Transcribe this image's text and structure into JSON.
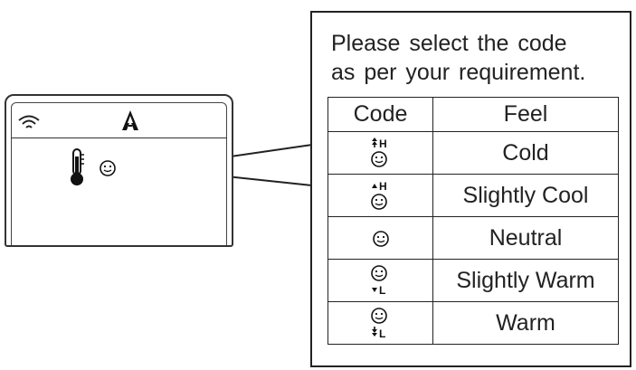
{
  "device": {
    "icons": {
      "wifi": "wifi-icon",
      "brand": "brand-logo-icon",
      "thermometer": "thermometer-icon",
      "comfort": "smiley-face-icon"
    }
  },
  "callout": {
    "instruction_line1": "Please select the code",
    "instruction_line2": "as per your requirement."
  },
  "table": {
    "headers": {
      "code": "Code",
      "feel": "Feel"
    },
    "rows": [
      {
        "code_icon": "double-arrow-up-H-face-icon",
        "code_letter": "H",
        "feel": "Cold"
      },
      {
        "code_icon": "single-arrow-up-H-face-icon",
        "code_letter": "H",
        "feel": "Slightly Cool"
      },
      {
        "code_icon": "face-icon",
        "code_letter": "",
        "feel": "Neutral"
      },
      {
        "code_icon": "face-single-arrow-down-L-icon",
        "code_letter": "L",
        "feel": "Slightly Warm"
      },
      {
        "code_icon": "face-double-arrow-down-L-icon",
        "code_letter": "L",
        "feel": "Warm"
      }
    ]
  }
}
